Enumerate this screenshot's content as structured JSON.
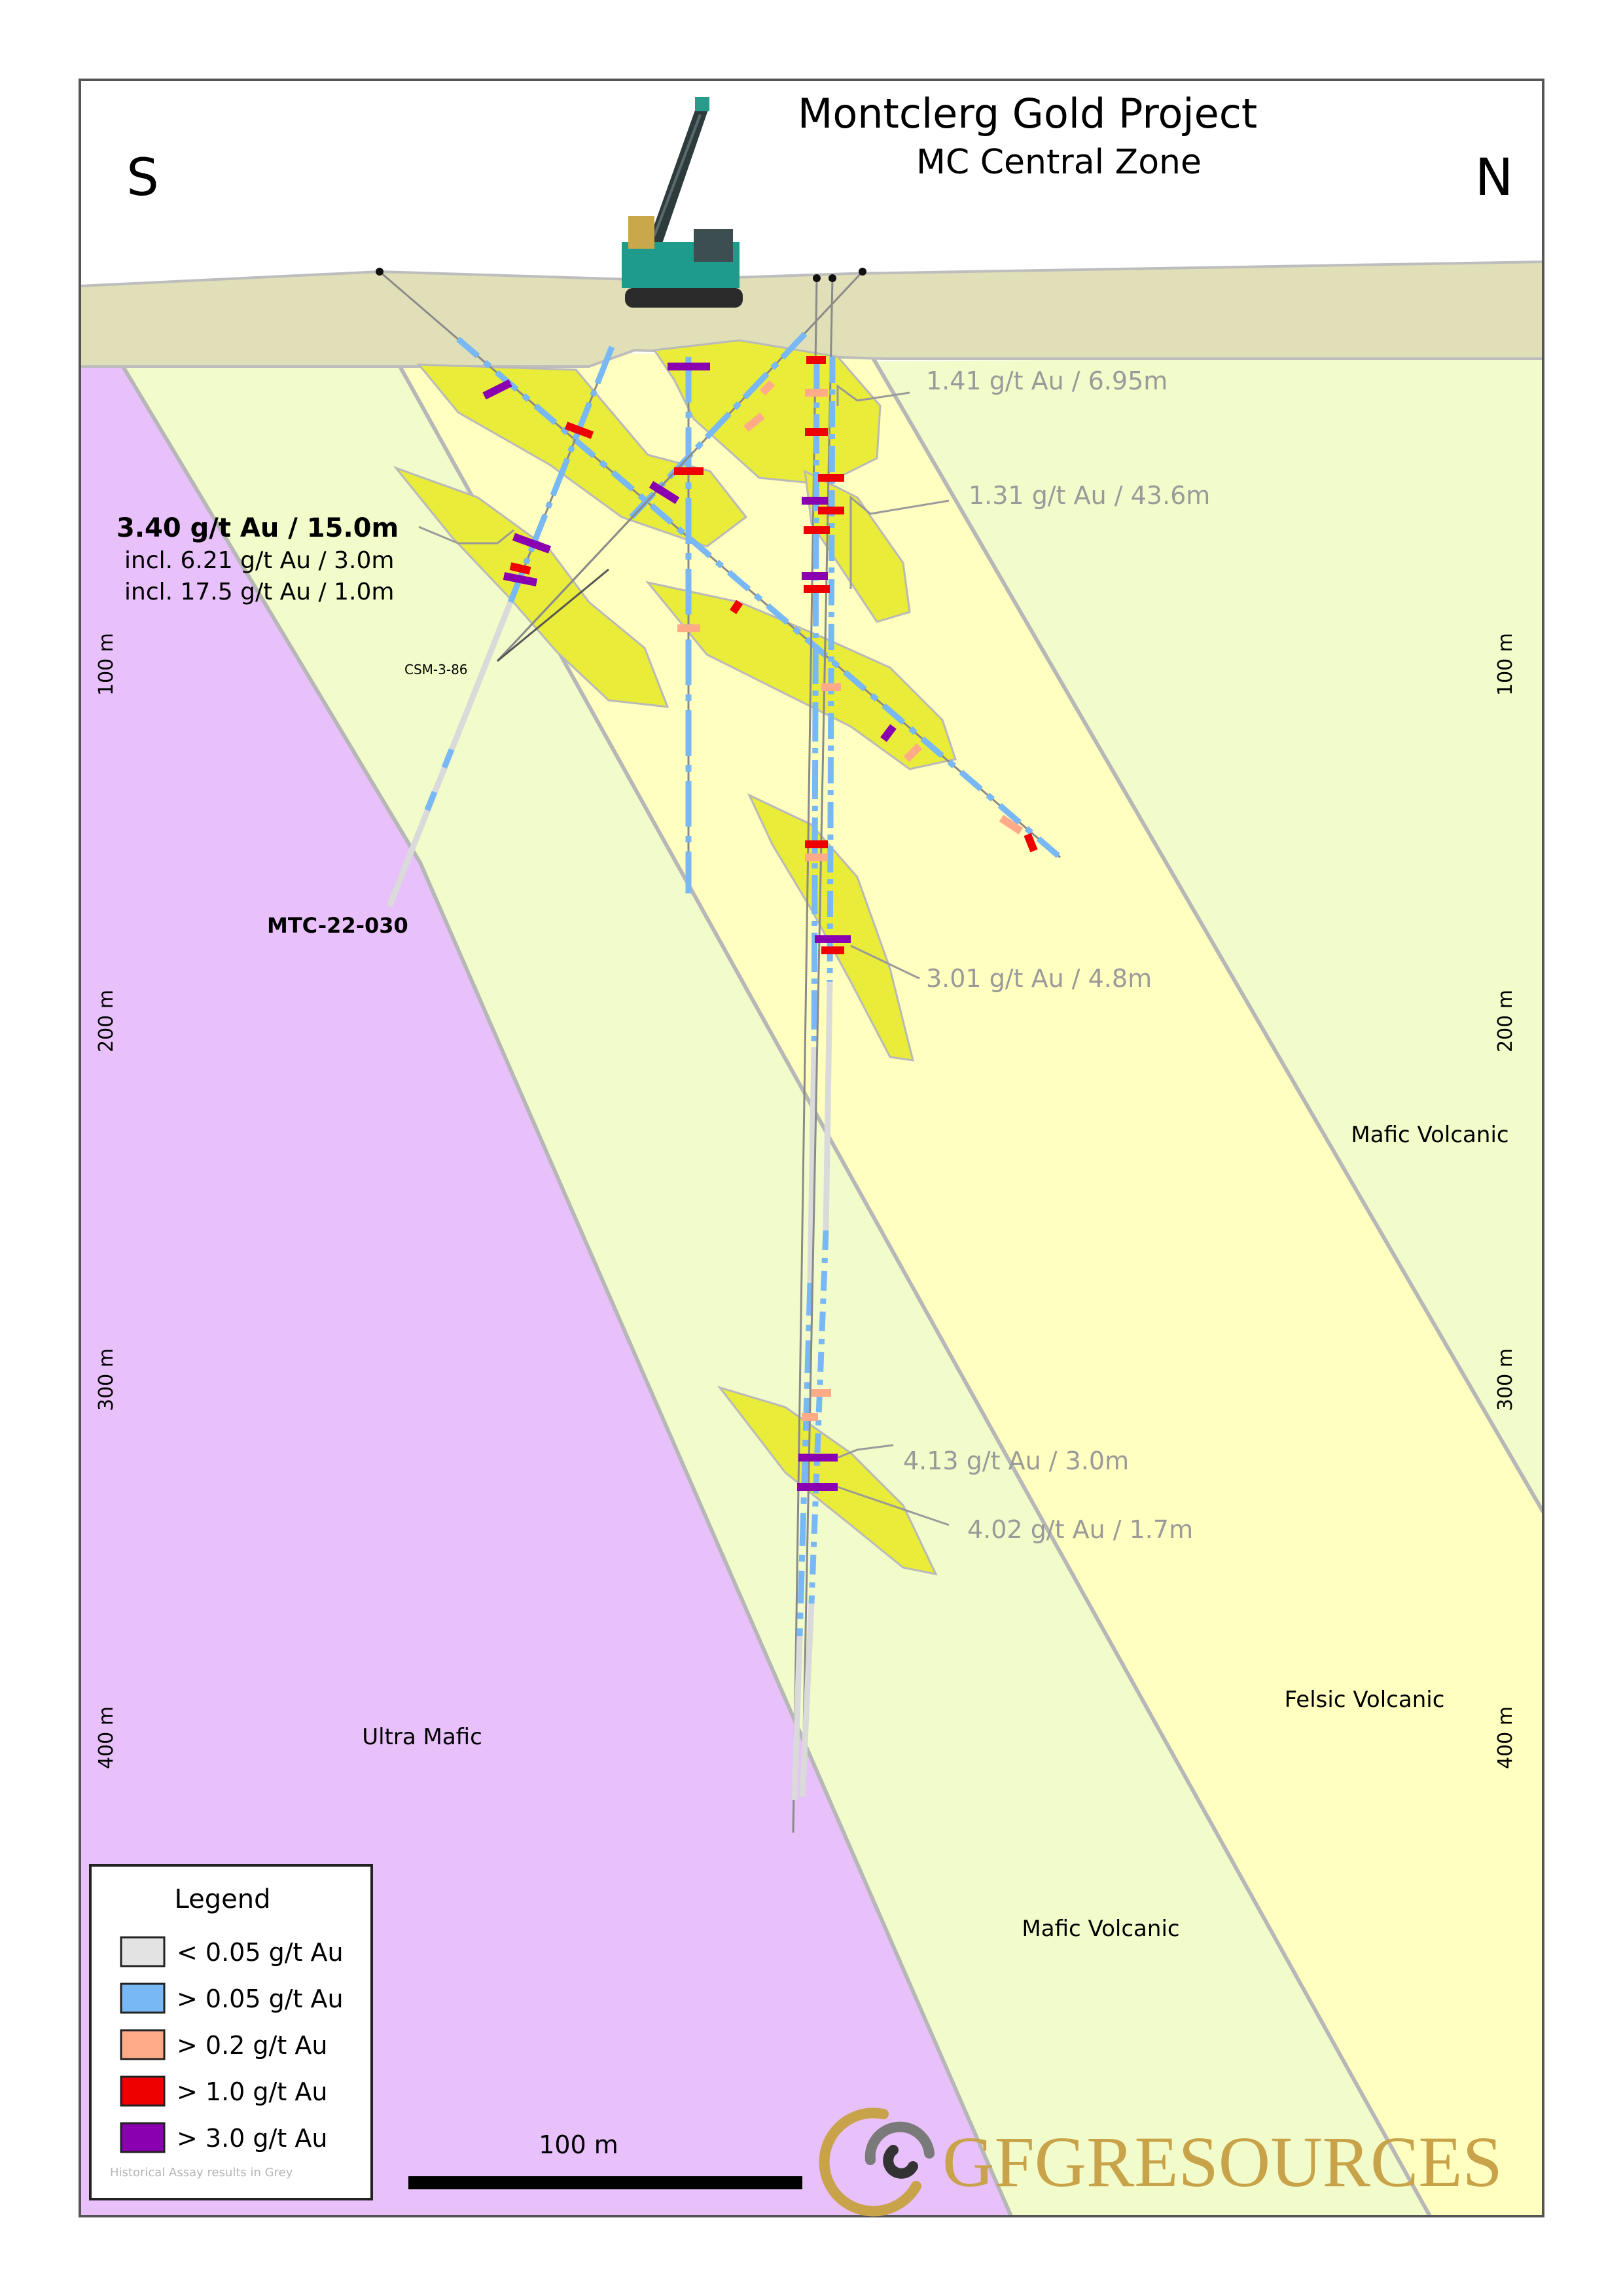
{
  "title": "Montclerg Gold Project",
  "subtitle": "MC Central Zone",
  "compass": {
    "left": "S",
    "right": "N"
  },
  "depth_labels": [
    "100 m",
    "200 m",
    "300 m",
    "400 m"
  ],
  "units": {
    "ultra_mafic": "Ultra Mafic",
    "mafic_volcanic_upper": "Mafic Volcanic",
    "felsic_volcanic": "Felsic Volcanic",
    "mafic_volcanic_lower": "Mafic Volcanic"
  },
  "highlight": {
    "main": "3.40 g/t Au / 15.0m",
    "incl1": "incl. 6.21 g/t Au / 3.0m",
    "incl2": "incl. 17.5 g/t Au / 1.0m"
  },
  "holes": {
    "csm": "CSM-3-86",
    "mtc": "MTC-22-030"
  },
  "intercepts": [
    "1.41 g/t Au / 6.95m",
    "1.31 g/t Au / 43.6m",
    "3.01 g/t Au / 4.8m",
    "4.13 g/t Au / 3.0m",
    "4.02 g/t Au / 1.7m"
  ],
  "legend": {
    "title": "Legend",
    "items": [
      {
        "label": "< 0.05 g/t Au",
        "color": "#e3e3e3"
      },
      {
        "label": "> 0.05 g/t Au",
        "color": "#78b8f5"
      },
      {
        "label": "> 0.2 g/t Au",
        "color": "#ffab88"
      },
      {
        "label": "> 1.0 g/t Au",
        "color": "#ee0000"
      },
      {
        "label": "> 3.0 g/t Au",
        "color": "#8a00b0"
      }
    ],
    "note": "Historical Assay results in Grey"
  },
  "scale_bar": "100 m",
  "logo": "GFGRESOURCES",
  "colors": {
    "ultra_mafic": "#e8c0fa",
    "mafic_volcanic": "#f2fcca",
    "felsic_volcanic": "#ffffc0",
    "overburden": "#e0dfb8",
    "mineralized_zone": "#e9ec38",
    "logo_gold": "#c8a34a",
    "logo_grey": "#7a7a7a"
  }
}
